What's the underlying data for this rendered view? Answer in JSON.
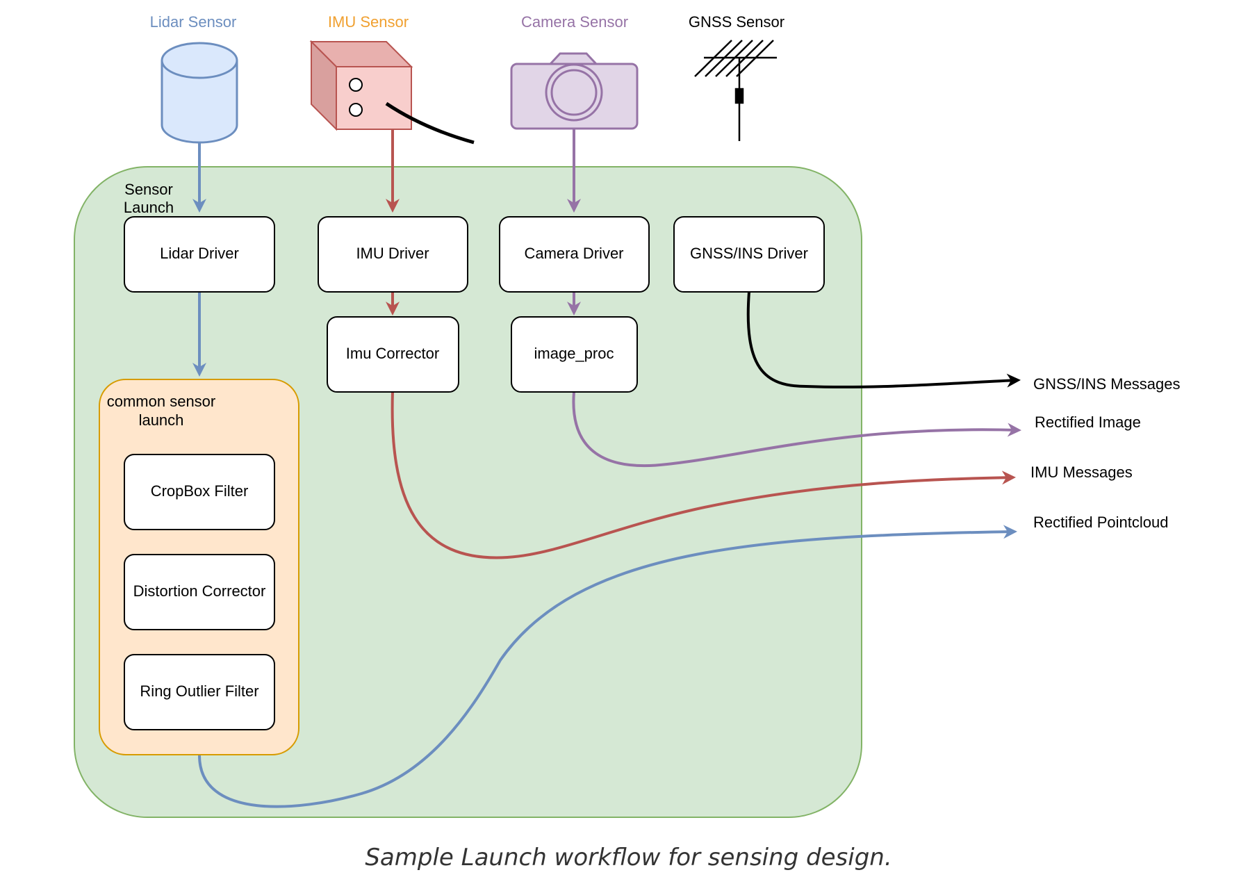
{
  "sensors": {
    "lidar": {
      "label": "Lidar Sensor",
      "color": "#6c8ebf"
    },
    "imu": {
      "label": "IMU Sensor",
      "color": "#f0a030"
    },
    "camera": {
      "label": "Camera Sensor",
      "color": "#9673a6"
    },
    "gnss": {
      "label": "GNSS Sensor",
      "color": "#000000"
    }
  },
  "groups": {
    "sensor_launch": {
      "label_line1": "Sensor",
      "label_line2": "Launch",
      "fill": "#d5e8d4",
      "stroke": "#82b366"
    },
    "common_sensor_launch": {
      "label_line1": "common sensor",
      "label_line2": "launch",
      "fill": "#ffe6cc",
      "stroke": "#d79b00"
    }
  },
  "nodes": {
    "lidar_driver": "Lidar Driver",
    "imu_driver": "IMU Driver",
    "camera_driver": "Camera Driver",
    "gnss_driver": "GNSS/INS Driver",
    "imu_corrector": "Imu Corrector",
    "image_proc": "image_proc",
    "cropbox_filter": "CropBox Filter",
    "distortion_corrector": "Distortion Corrector",
    "ring_outlier_filter": "Ring Outlier Filter"
  },
  "outputs": {
    "gnss_messages": "GNSS/INS Messages",
    "rectified_image": "Rectified Image",
    "imu_messages": "IMU Messages",
    "rectified_pointcloud": "Rectified Pointcloud"
  },
  "edge_colors": {
    "lidar": "#6c8ebf",
    "imu": "#b85450",
    "camera": "#9673a6",
    "gnss": "#000000"
  },
  "caption": "Sample Launch workflow for sensing design."
}
